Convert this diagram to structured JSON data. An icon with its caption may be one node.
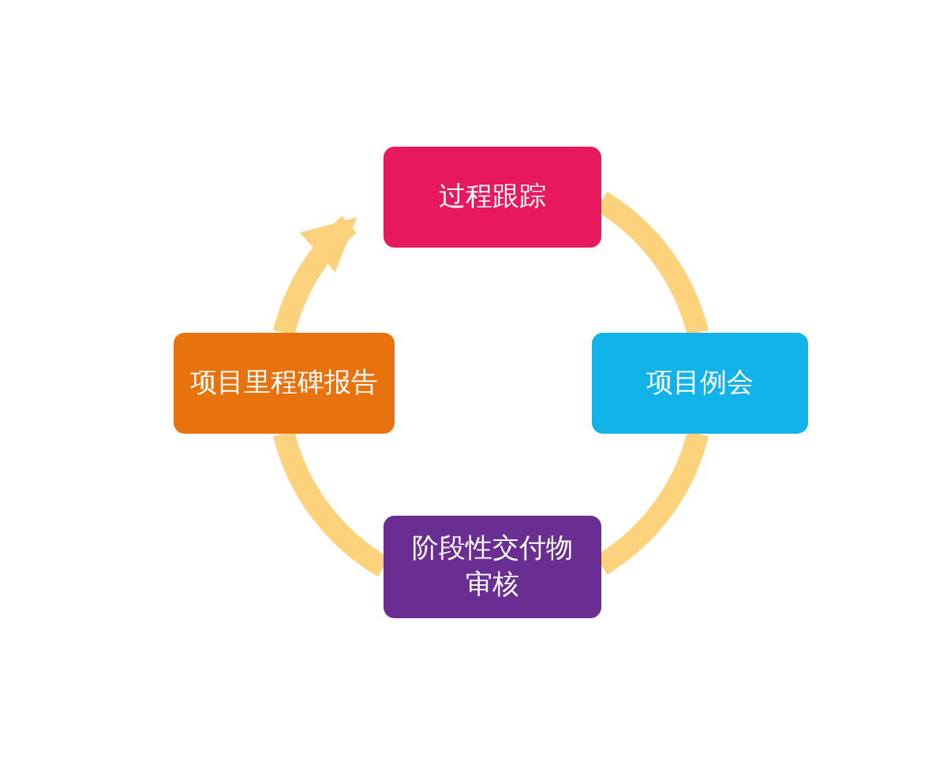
{
  "diagram": {
    "nodes": [
      {
        "text": [
          "过程跟踪"
        ]
      },
      {
        "text": [
          "项目例会"
        ]
      },
      {
        "text": [
          "阶段性交付物审核"
        ]
      },
      {
        "text": [
          "项目里程碑报告"
        ]
      }
    ],
    "edges": [
      {
        "from": 0,
        "to": 1,
        "arrow": "none"
      },
      {
        "from": 1,
        "to": 2,
        "arrow": "none"
      },
      {
        "from": 2,
        "to": 3,
        "arrow": "none"
      },
      {
        "from": 3,
        "to": 0,
        "arrow": "to"
      }
    ]
  }
}
